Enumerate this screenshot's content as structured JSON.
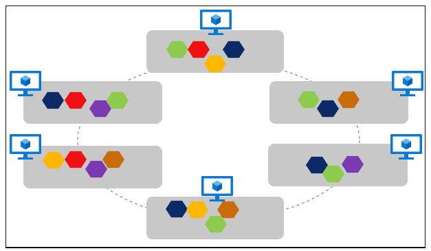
{
  "colors": {
    "node_fill": "#c8c8c8",
    "ring_stroke": "#888888",
    "monitor_blue": "#0a78d4",
    "cube_light": "#5fb6f2",
    "cube_dark": "#0863b1",
    "hex": {
      "navy": "#0c2a66",
      "red": "#f01212",
      "lime": "#8ccb4b",
      "yellow": "#ffb700",
      "purple": "#7a3ab1",
      "orange": "#c96d0c"
    }
  },
  "nodes": [
    {
      "name": "node-top",
      "hexagons": [
        "lime",
        "red",
        "yellow",
        "navy"
      ]
    },
    {
      "name": "node-upper-left",
      "hexagons": [
        "navy",
        "red",
        "purple",
        "lime"
      ]
    },
    {
      "name": "node-upper-right",
      "hexagons": [
        "lime",
        "navy",
        "orange"
      ]
    },
    {
      "name": "node-lower-left",
      "hexagons": [
        "yellow",
        "red",
        "purple",
        "orange"
      ]
    },
    {
      "name": "node-lower-right",
      "hexagons": [
        "navy",
        "lime",
        "purple"
      ]
    },
    {
      "name": "node-bottom",
      "hexagons": [
        "navy",
        "yellow",
        "lime",
        "orange"
      ]
    }
  ],
  "icon": "computer-monitor-cube-icon"
}
